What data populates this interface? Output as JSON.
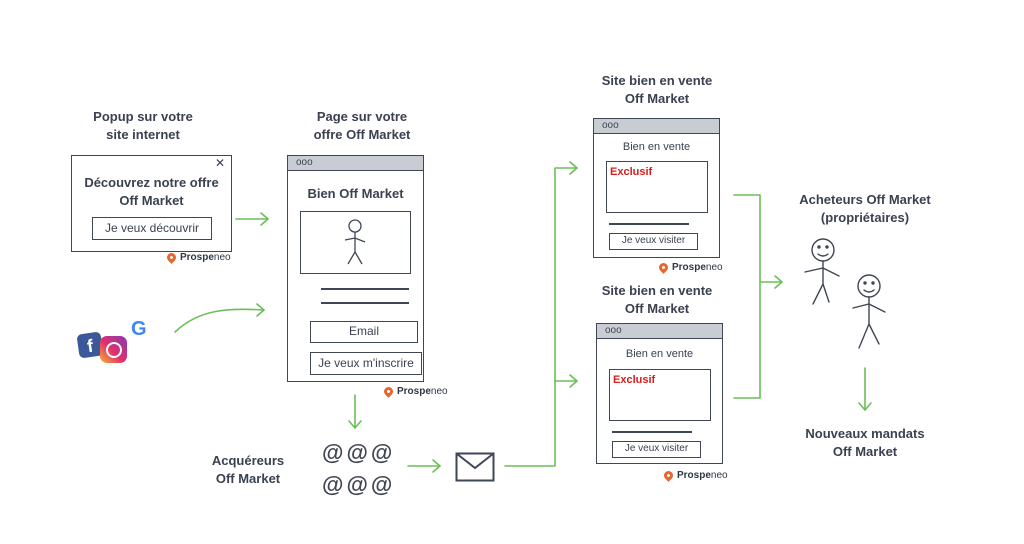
{
  "labels": {
    "popup_title": "Popup sur votre\nsite internet",
    "page_title": "Page sur votre\noffre Off Market",
    "site_title_1": "Site bien en vente\nOff Market",
    "site_title_2": "Site bien en vente\nOff Market",
    "buyers": "Acheteurs Off Market\n(propriétaires)",
    "mandates": "Nouveaux mandats\nOff Market",
    "acquirers": "Acquéreurs\nOff Market"
  },
  "popup": {
    "close": "✕",
    "heading": "Découvrez notre offre\nOff Market",
    "button": "Je veux découvrir"
  },
  "landing": {
    "dots": "ooo",
    "heading": "Bien Off Market",
    "email_placeholder": "Email",
    "button": "Je veux m'inscrire"
  },
  "listing_1": {
    "dots": "ooo",
    "heading": "Bien en vente",
    "badge": "Exclusif",
    "button": "Je veux visiter"
  },
  "listing_2": {
    "dots": "ooo",
    "heading": "Bien en vente",
    "badge": "Exclusif",
    "button": "Je veux visiter"
  },
  "brand": {
    "bold": "Prospe",
    "light": "neo"
  },
  "social": {
    "facebook": "f",
    "google": "G"
  },
  "emails": {
    "row1": "@@@",
    "row2": "@@@"
  },
  "colors": {
    "arrow": "#6bbf59",
    "stroke": "#3f4654",
    "brand": "#e8652c",
    "badge": "#d81c1c"
  },
  "icons": [
    "close-icon",
    "stick-figure-icon",
    "facebook-icon",
    "instagram-icon",
    "google-icon",
    "envelope-icon",
    "at-sign-icon",
    "prospeneo-pin-icon"
  ]
}
